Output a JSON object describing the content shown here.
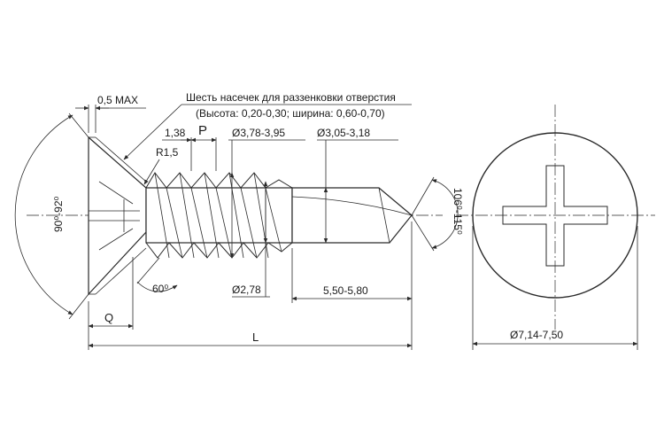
{
  "labels": {
    "max_offset": "0,5 MAX",
    "notches_line1": "Шесть насечек для раззенковки отверстия",
    "notches_line2": "(Высота: 0,20-0,30; ширина: 0,60-0,70)",
    "pitch_small": "1,38",
    "pitch": "P",
    "dia_thread": "Ø3,78-3,95",
    "dia_drill": "Ø3,05-3,18",
    "radius": "R1,5",
    "head_angle": "90⁰-92⁰",
    "point_angle": "106⁰-115⁰",
    "thread_angle": "60⁰",
    "dia_core": "Ø2,78",
    "drill_len": "5,50-5,80",
    "q": "Q",
    "l": "L",
    "head_dia": "Ø7,14-7,50"
  },
  "colors": {
    "line": "#2a2a2a",
    "text": "#1a1a1a",
    "background": "#ffffff"
  },
  "icons": {
    "head_recess": "phillips-cross-icon"
  }
}
